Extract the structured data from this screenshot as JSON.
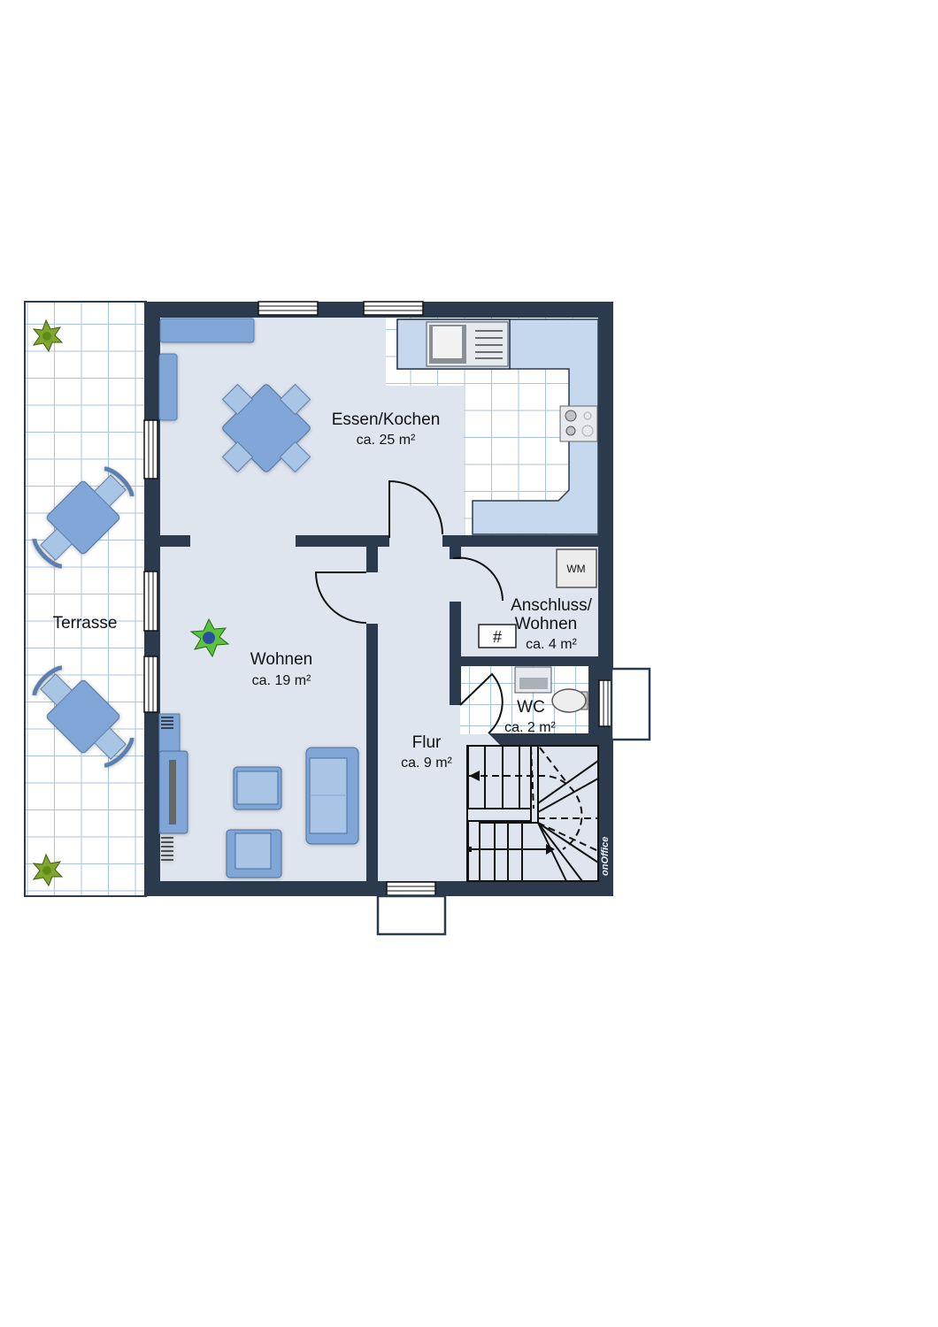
{
  "title": "Floor plan (Erdgeschoss)",
  "colors": {
    "wall": "#2c3a4e",
    "floor": "#dfe5ee",
    "tile_bg": "#ffffff",
    "tile_line": "#a9c3df",
    "furniture": "#7fa6d6",
    "furniture_light": "#a9c5e6",
    "counter": "#c5d8ee"
  },
  "rooms": [
    {
      "id": "essen",
      "name": "Essen/Kochen",
      "area": "ca. 25 m²"
    },
    {
      "id": "wohnen",
      "name": "Wohnen",
      "area": "ca. 19 m²"
    },
    {
      "id": "anschluss",
      "name_line1": "Anschluss/",
      "name_line2": "Wohnen",
      "area": "ca. 4 m²"
    },
    {
      "id": "wc",
      "name": "WC",
      "area": "ca. 2 m²"
    },
    {
      "id": "flur",
      "name": "Flur",
      "area": "ca. 9 m²"
    },
    {
      "id": "terrasse",
      "name": "Terrasse"
    }
  ],
  "appliances": {
    "washing_machine": "WM",
    "heating": "#"
  },
  "watermark": "onOffice"
}
